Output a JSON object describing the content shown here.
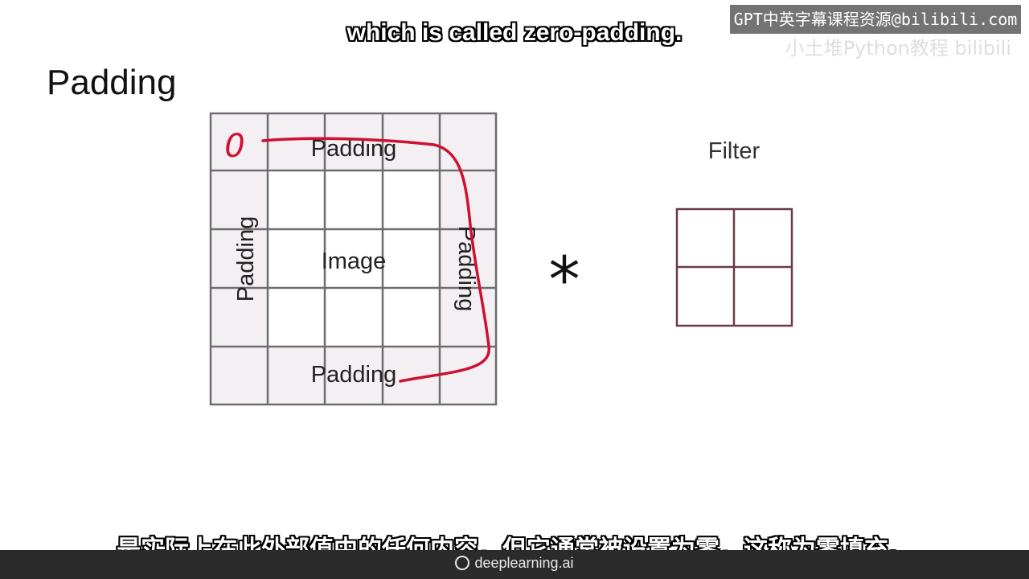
{
  "watermark": {
    "text": "GPT中英字幕课程资源@bilibili.com",
    "ghost_text": "小土堆Python教程 bilibili"
  },
  "subtitles": {
    "english": "which is called zero-padding.",
    "chinese": "是实际上在此外部值中的任何内容，但它通常被设置为零，这称为零填充。"
  },
  "slide": {
    "title": "Padding"
  },
  "grid": {
    "labels": {
      "top": "Padding",
      "bottom": "Padding",
      "left": "Padding",
      "right": "Padding",
      "center": "Image"
    },
    "corner_annotation": "0",
    "rows": 5,
    "cols": 5,
    "colors": {
      "padding_fill": "#f4eff2",
      "image_fill": "#ffffff",
      "line": "#6e6e6e",
      "annotation": "#cc1133"
    }
  },
  "operator": {
    "symbol": "*"
  },
  "filter": {
    "label": "Filter",
    "rows": 2,
    "cols": 2,
    "border_color": "#6b3a44"
  },
  "footer": {
    "brand": "deeplearning.ai"
  }
}
